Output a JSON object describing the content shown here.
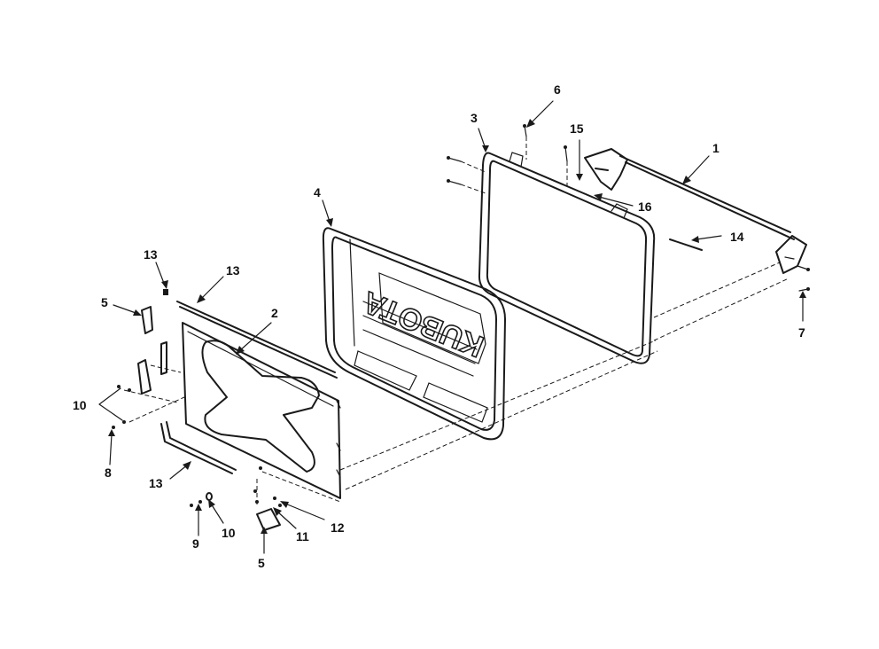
{
  "brand_logo": "KUBOTA",
  "callouts": [
    {
      "id": "c1",
      "label": "1"
    },
    {
      "id": "c2",
      "label": "2"
    },
    {
      "id": "c3",
      "label": "3"
    },
    {
      "id": "c4",
      "label": "4"
    },
    {
      "id": "c5a",
      "label": "5"
    },
    {
      "id": "c5b",
      "label": "5"
    },
    {
      "id": "c6",
      "label": "6"
    },
    {
      "id": "c7",
      "label": "7"
    },
    {
      "id": "c8",
      "label": "8"
    },
    {
      "id": "c9",
      "label": "9"
    },
    {
      "id": "c10a",
      "label": "10"
    },
    {
      "id": "c10b",
      "label": "10"
    },
    {
      "id": "c11",
      "label": "11"
    },
    {
      "id": "c12",
      "label": "12"
    },
    {
      "id": "c13a",
      "label": "13"
    },
    {
      "id": "c13b",
      "label": "13"
    },
    {
      "id": "c13c",
      "label": "13"
    },
    {
      "id": "c14",
      "label": "14"
    },
    {
      "id": "c15",
      "label": "15"
    },
    {
      "id": "c16",
      "label": "16"
    }
  ]
}
